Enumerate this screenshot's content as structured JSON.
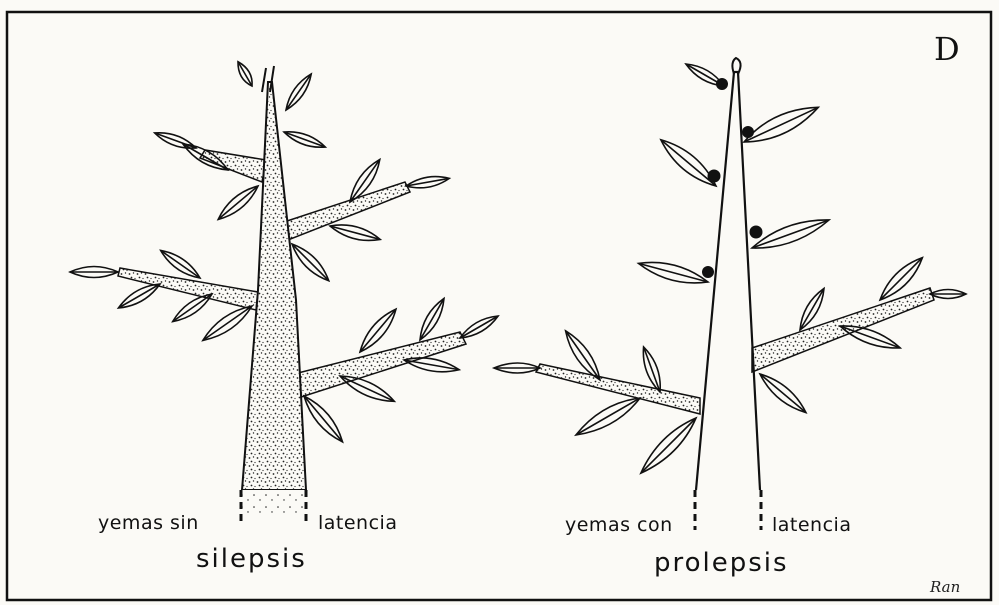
{
  "panel": {
    "letter": "D"
  },
  "left": {
    "bud_label_1": "yemas sin",
    "bud_label_2": "latencia",
    "title": "silepsis"
  },
  "right": {
    "bud_label_1": "yemas con",
    "bud_label_2": "latencia",
    "title": "prolepsis"
  },
  "signature": "Ran"
}
